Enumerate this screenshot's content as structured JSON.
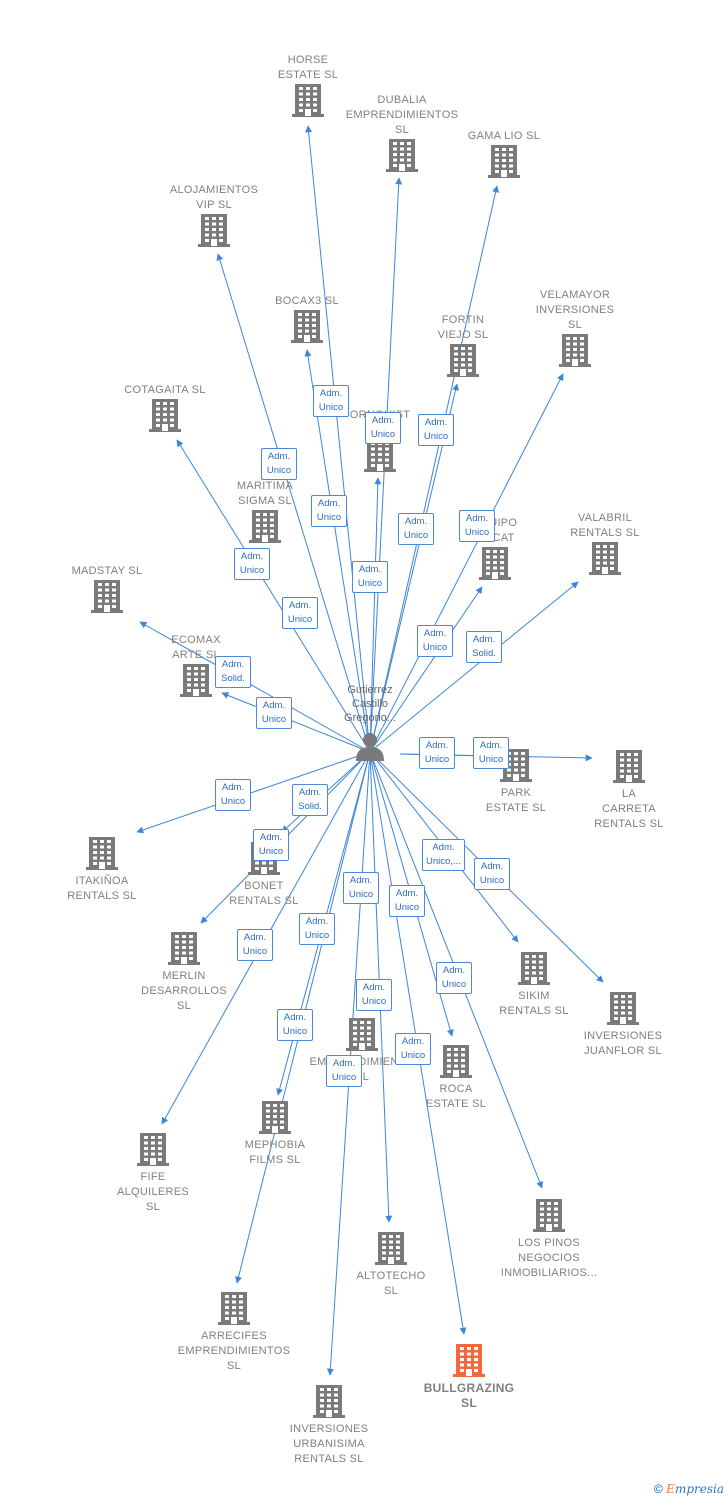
{
  "center": {
    "label": "Gutierrez\nCastillo\nGregorio..."
  },
  "colors": {
    "edge": "#3b86d8",
    "building": "#7a7a7a",
    "highlight": "#f26a3b",
    "badge_border": "#4a8ad8",
    "badge_text": "#2e6dbf"
  },
  "companies": [
    {
      "id": "horse",
      "label": "HORSE\nESTATE  SL",
      "label_pos": "above"
    },
    {
      "id": "dubalia",
      "label": "DUBALIA\nEMPRENDIMIENTOS\nSL",
      "label_pos": "above"
    },
    {
      "id": "gamalio",
      "label": "GAMA LIO  SL",
      "label_pos": "above"
    },
    {
      "id": "alojamientos",
      "label": "ALOJAMIENTOS\nVIP  SL",
      "label_pos": "above"
    },
    {
      "id": "bocax3",
      "label": "BOCAX3  SL",
      "label_pos": "above"
    },
    {
      "id": "fortin",
      "label": "FORTIN\nVIEJO  SL",
      "label_pos": "above"
    },
    {
      "id": "velamayor",
      "label": "VELAMAYOR\nINVERSIONES\nSL",
      "label_pos": "above"
    },
    {
      "id": "cotagaita",
      "label": "COTAGAITA  SL",
      "label_pos": "above"
    },
    {
      "id": "ornquist",
      "label": "ORNQUIST\nV...",
      "label_pos": "above"
    },
    {
      "id": "maritima",
      "label": "MARITIMA\nSIGMA  SL",
      "label_pos": "above"
    },
    {
      "id": "equipo",
      "label": "EQUIPO\n...FCAT",
      "label_pos": "above"
    },
    {
      "id": "valabril",
      "label": "VALABRIL\nRENTALS  SL",
      "label_pos": "above"
    },
    {
      "id": "madstay",
      "label": "MADSTAY  SL",
      "label_pos": "above"
    },
    {
      "id": "ecomax",
      "label": "ECOMAX\nARTE  SL",
      "label_pos": "above"
    },
    {
      "id": "park",
      "label": "PARK\nESTATE  SL",
      "label_pos": "below"
    },
    {
      "id": "lacarreta",
      "label": "LA\nCARRETA\nRENTALS  SL",
      "label_pos": "below"
    },
    {
      "id": "itakinoa",
      "label": "ITAKIÑOA\nRENTALS  SL",
      "label_pos": "below"
    },
    {
      "id": "bonet",
      "label": "BONET\nRENTALS  SL",
      "label_pos": "below"
    },
    {
      "id": "merlin",
      "label": "MERLIN\nDESARROLLOS\nSL",
      "label_pos": "below"
    },
    {
      "id": "sikim",
      "label": "SIKIM\nRENTALS  SL",
      "label_pos": "below"
    },
    {
      "id": "juanflor",
      "label": "INVERSIONES\nJUANFLOR  SL",
      "label_pos": "below"
    },
    {
      "id": "emprendimientos",
      "label": "EMPRENDIMIENT...\nSL",
      "label_pos": "below"
    },
    {
      "id": "roca",
      "label": "ROCA\nESTATE  SL",
      "label_pos": "below"
    },
    {
      "id": "fife",
      "label": "FIFE\nALQUILERES\nSL",
      "label_pos": "below"
    },
    {
      "id": "mephobia",
      "label": "MEPHOBIA\nFILMS  SL",
      "label_pos": "below"
    },
    {
      "id": "lospinos",
      "label": "LOS PINOS\nNEGOCIOS\nINMOBILIARIOS...",
      "label_pos": "below"
    },
    {
      "id": "altotecho",
      "label": "ALTOTECHO\nSL",
      "label_pos": "below"
    },
    {
      "id": "arrecifes",
      "label": "ARRECIFES\nEMPRENDIMIENTOS\nSL",
      "label_pos": "below"
    },
    {
      "id": "bullgrazing",
      "label": "BULLGRAZING\nSL",
      "label_pos": "below",
      "highlight": true
    },
    {
      "id": "urbanisima",
      "label": "INVERSIONES\nURBANISIMA\nRENTALS  SL",
      "label_pos": "below"
    }
  ],
  "badges": [
    {
      "id": "b1",
      "text": "Adm.\nUnico"
    },
    {
      "id": "b2",
      "text": "Adm.\nUnico"
    },
    {
      "id": "b3",
      "text": "Adm.\nUnico"
    },
    {
      "id": "b4",
      "text": "Adm.\nUnico"
    },
    {
      "id": "b5",
      "text": "Adm.\nUnico"
    },
    {
      "id": "b6",
      "text": "Adm.\nUnico"
    },
    {
      "id": "b7",
      "text": "Adm.\nUnico"
    },
    {
      "id": "b8",
      "text": "Adm.\nUnico"
    },
    {
      "id": "b9",
      "text": "Adm.\nUnico"
    },
    {
      "id": "b10",
      "text": "Adm.\nUnico"
    },
    {
      "id": "b11",
      "text": "Adm.\nUnico"
    },
    {
      "id": "b12",
      "text": "Adm.\nSolid."
    },
    {
      "id": "b13",
      "text": "Adm.\nSolid."
    },
    {
      "id": "b14",
      "text": "Adm.\nUnico"
    },
    {
      "id": "b15",
      "text": "Adm.\nUnico"
    },
    {
      "id": "b16",
      "text": "Adm.\nUnico"
    },
    {
      "id": "b17",
      "text": "Adm.\nUnico"
    },
    {
      "id": "b18",
      "text": "Adm.\nSolid."
    },
    {
      "id": "b19",
      "text": "Adm.\nUnico"
    },
    {
      "id": "b20",
      "text": "Adm.\nUnico"
    },
    {
      "id": "b21",
      "text": "Adm.\nUnico,..."
    },
    {
      "id": "b22",
      "text": "Adm.\nUnico"
    },
    {
      "id": "b23",
      "text": "Adm.\nUnico"
    },
    {
      "id": "b24",
      "text": "Adm.\nUnico"
    },
    {
      "id": "b25",
      "text": "Adm.\nUnico"
    },
    {
      "id": "b26",
      "text": "Adm.\nUnico"
    },
    {
      "id": "b27",
      "text": "Adm.\nUnico"
    },
    {
      "id": "b28",
      "text": "Adm.\nUnico"
    },
    {
      "id": "b29",
      "text": "Adm.\nUnico"
    },
    {
      "id": "b30",
      "text": "Adm.\nUnico"
    }
  ],
  "footer": {
    "copyright": "©",
    "brand_first": "E",
    "brand_rest": "mpresia"
  }
}
